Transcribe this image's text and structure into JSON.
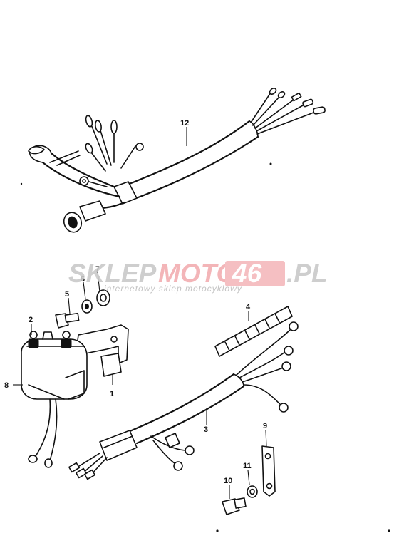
{
  "watermark": {
    "brand_dark": "SKLEP",
    "brand_red": "MOTO",
    "brand_box": "46",
    "brand_suffix": ".PL",
    "tagline": "internetowy sklep motocyklowy"
  },
  "callouts": [
    {
      "id": "12",
      "label": "12"
    },
    {
      "id": "7",
      "label": "7"
    },
    {
      "id": "6",
      "label": "6"
    },
    {
      "id": "5",
      "label": "5"
    },
    {
      "id": "4",
      "label": "4"
    },
    {
      "id": "2",
      "label": "2"
    },
    {
      "id": "8",
      "label": "8"
    },
    {
      "id": "1",
      "label": "1"
    },
    {
      "id": "3",
      "label": "3"
    },
    {
      "id": "9",
      "label": "9"
    },
    {
      "id": "11",
      "label": "11"
    },
    {
      "id": "10",
      "label": "10"
    }
  ],
  "colors": {
    "line": "#111111",
    "watermark_gray": "#c9c9c9",
    "watermark_red": "#f2aeb1"
  }
}
